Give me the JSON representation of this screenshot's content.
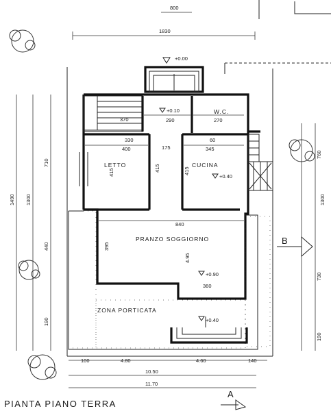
{
  "title": "PIANTA PIANO TERRA",
  "top_note": "800",
  "rooms": {
    "bedroom": "LETTO",
    "kitchen": "CUCINA",
    "wc": "W.C.",
    "living": "PRANZO SOGGIORNO",
    "porch": "ZONA PORTICATA"
  },
  "levels": {
    "entrance": "+0.00",
    "hall": "+0.10",
    "kitchen": "+0.40",
    "living": "+0.90",
    "porch": "+0.40"
  },
  "dimensions": {
    "overall_top": "1830",
    "hall_width": "290",
    "wc_width": "270",
    "stair_width": "370",
    "bedroom_width": "400",
    "bedroom_small": "330",
    "corridor_width": "175",
    "kitchen_width": "345",
    "kitchen_small": "60",
    "bedroom_depth": "415",
    "corridor_depth": "415",
    "kitchen_depth": "415",
    "living_width": "840",
    "living_depth": "395",
    "living_inner": "4.95",
    "living_bottom": "360",
    "left_outer": "1490",
    "left_inner": "1300",
    "left_upper": "710",
    "left_mid": "440",
    "left_low": "190",
    "right_outer": "1300",
    "right_upper": "760",
    "right_mid": "730",
    "right_low": "190",
    "bottom_a": "100",
    "bottom_b": "4.80",
    "bottom_c": "4.60",
    "bottom_d": "140",
    "bottom_total_1": "10.50",
    "bottom_total_2": "11.70"
  },
  "section_labels": {
    "b": "B",
    "a": "A"
  }
}
